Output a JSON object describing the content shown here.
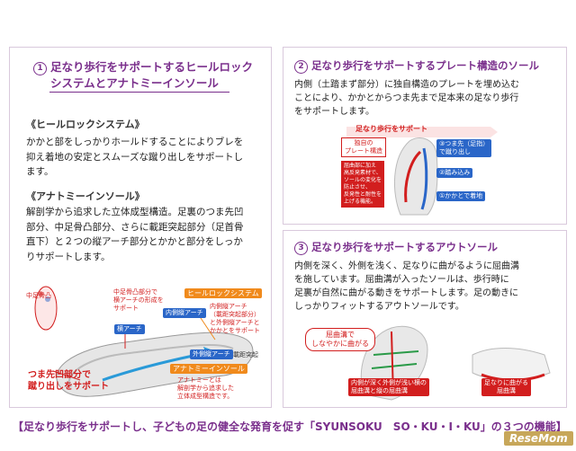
{
  "panel1": {
    "num": "1",
    "title_line1": "足なり歩行をサポートするヒールロック",
    "title_line2": "システムとアナトミーインソール",
    "sub1": "《ヒールロックシステム》",
    "body1_l1": "かかと部をしっかりホールドすることによりブレを",
    "body1_l2": "抑え着地の安定とスムーズな蹴り出しをサポートし",
    "body1_l3": "ます。",
    "sub2": "《アナトミーインソール》",
    "body2_l1": "解剖学から追求した立体成型構造。足裏のつま先凹",
    "body2_l2": "部分、中足骨凸部分、さらに載距突起部分（足首骨",
    "body2_l3": "直下）と２つの縦アーチ部分とかかと部分をしっか",
    "body2_l4": "りサポートします。",
    "diagram": {
      "side_label": "中足骨凸",
      "lbl_metatarsal": "中足骨凸部分で",
      "lbl_metatarsal2": "横アーチの形成を",
      "lbl_metatarsal3": "サポート",
      "lbl_heel_system": "ヒールロックシステム",
      "lbl_inner_arch": "内側縦アーチ",
      "lbl_inner_arch2": "（載距突起部分）",
      "lbl_inner_arch3": "と外側縦アーチと",
      "lbl_inner_arch4": "かかとをサポート",
      "lbl_cross_arch": "横アーチ",
      "lbl_inner_tag": "内側縦アーチ",
      "lbl_outer_tag": "外側縦アーチ",
      "lbl_talus": "載距突起",
      "lbl_anatomy": "アナトミーインソール",
      "lbl_anatomy_desc1": "アナトミーとは",
      "lbl_anatomy_desc2": "解剖学から追求した",
      "lbl_anatomy_desc3": "立体成型構造です。",
      "lbl_toe": "つま先凹部分で",
      "lbl_toe2": "蹴り出しをサポート"
    }
  },
  "panel2": {
    "num": "2",
    "title": "足なり歩行をサポートするプレート構造のソール",
    "body_l1": "内側（土踏まず部分）に独自構造のプレートを埋め込む",
    "body_l2": "ことにより、かかとからつま先まで足本来の足なり歩行",
    "body_l3": "をサポートします。",
    "diagram": {
      "header": "足なり歩行をサポート",
      "plate_l1": "独自の",
      "plate_l2": "プレート構造",
      "desc_l1": "屈曲部に加え",
      "desc_l2": "高反発素材で、",
      "desc_l3": "ソールの変化を",
      "desc_l4": "防止させ、",
      "desc_l5": "反発性と耐性を",
      "desc_l6": "上げる機能。",
      "step3": "③つま先（足指）",
      "step3b": "で蹴り出し",
      "step2": "②踏み込み",
      "step1": "①かかとで着地"
    }
  },
  "panel3": {
    "num": "3",
    "title": "足なり歩行をサポートするアウトソール",
    "body_l1": "内側を深く、外側を浅く、足なりに曲がるように屈曲溝",
    "body_l2": "を施しています。屈曲溝が入ったソールは、歩行時に",
    "body_l3": "足裏が自然に曲がる動きをサポートします。足の動きに",
    "body_l4": "しっかりフィットするアウトソールです。",
    "diagram": {
      "bubble_l1": "屈曲溝で",
      "bubble_l2": "しなやかに曲がる",
      "cap1_l1": "内側が深く外側が浅い横の",
      "cap1_l2": "屈曲溝と縦の屈曲溝",
      "cap2_l1": "足なりに曲がる",
      "cap2_l2": "屈曲溝"
    }
  },
  "bottom": "【足なり歩行をサポートし、子どもの足の健全な発育を促す「SYUNSOKU　SO・KU・I・KU」の３つの機能】",
  "logo": "ReseMom"
}
